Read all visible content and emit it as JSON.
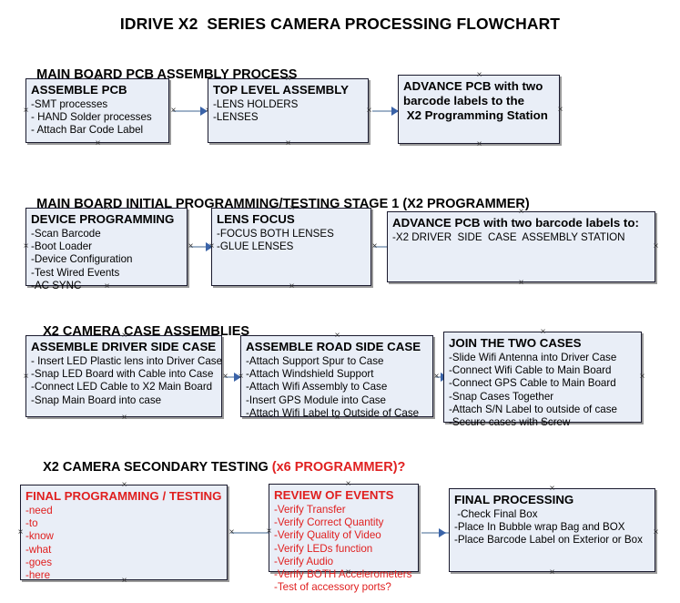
{
  "document": {
    "title": "IDRIVE X2  SERIES CAMERA PROCESSING FLOWCHART",
    "colors": {
      "box_fill": "#e9eef7",
      "box_border": "#1a1a2e",
      "box_shadow": "#9a9a9a",
      "connector_line": "#9fb2c8",
      "connector_head": "#3a63a8",
      "text_black": "#000000",
      "text_red": "#e02020"
    }
  },
  "sections": [
    {
      "id": "main-board-pcb-assembly-process",
      "heading": "MAIN BOARD PCB ASSEMBLY PROCESS",
      "heading_accent": "",
      "nodes": [
        {
          "id": "assemble-pcb",
          "title": "ASSEMBLE PCB",
          "items": [
            "-SMT processes",
            "- HAND Solder processes",
            "- Attach Bar Code Label"
          ]
        },
        {
          "id": "top-level-assembly",
          "title": "TOP LEVEL ASSEMBLY",
          "items": [
            "-LENS HOLDERS",
            "-LENSES"
          ]
        },
        {
          "id": "advance-pcb-x2-programming-station",
          "title": "ADVANCE PCB with two\nbarcode labels to the\n X2 Programming Station",
          "items": []
        }
      ]
    },
    {
      "id": "main-board-initial-programming-testing-stage-1",
      "heading": "MAIN BOARD INITIAL PROGRAMMING/TESTING STAGE 1 (X2 PROGRAMMER)",
      "heading_accent": "",
      "nodes": [
        {
          "id": "device-programming",
          "title": "DEVICE PROGRAMMING",
          "items": [
            "-Scan Barcode",
            "-Boot Loader",
            "-Device Configuration",
            "-Test Wired Events",
            "-AC SYNC"
          ]
        },
        {
          "id": "lens-focus",
          "title": "LENS FOCUS",
          "items": [
            "-FOCUS BOTH LENSES",
            "-GLUE LENSES"
          ]
        },
        {
          "id": "advance-pcb-driver-side-case-assembly",
          "title": "ADVANCE PCB with two barcode labels to:",
          "items": [
            "-X2 DRIVER  SIDE  CASE  ASSEMBLY STATION"
          ]
        }
      ]
    },
    {
      "id": "x2-camera-case-assemblies",
      "heading": "X2 CAMERA CASE ASSEMBLIES",
      "heading_accent": "",
      "nodes": [
        {
          "id": "assemble-driver-side-case",
          "title": "ASSEMBLE DRIVER SIDE CASE",
          "items": [
            "- Insert LED Plastic lens into Driver Case",
            "-Snap LED Board with Cable into Case",
            "-Connect LED Cable to X2 Main Board",
            "-Snap Main Board into case"
          ]
        },
        {
          "id": "assemble-road-side-case",
          "title": "ASSEMBLE ROAD SIDE CASE",
          "items": [
            "-Attach Support Spur to Case",
            "-Attach Windshield Support",
            "-Attach Wifi Assembly to Case",
            "-Insert GPS Module into Case",
            "-Attach Wifi Label to Outside of Case"
          ]
        },
        {
          "id": "join-the-two-cases",
          "title": "JOIN THE TWO CASES",
          "items": [
            "-Slide Wifi Antenna into Driver Case",
            "-Connect Wifi Cable to Main Board",
            "-Connect GPS Cable to Main Board",
            "-Snap Cases Together",
            "-Attach S/N Label to outside of case",
            "-Secure cases with Screw"
          ]
        }
      ]
    },
    {
      "id": "x2-camera-secondary-testing",
      "heading": "X2 CAMERA SECONDARY TESTING ",
      "heading_accent": "(x6 PROGRAMMER)?",
      "nodes": [
        {
          "id": "final-programming-testing",
          "title": "FINAL PROGRAMMING / TESTING",
          "items": [
            "-need",
            "-to",
            "-know",
            "-what",
            "-goes",
            "-here"
          ]
        },
        {
          "id": "review-of-events",
          "title": "REVIEW OF EVENTS",
          "items": [
            "-Verify Transfer",
            "-Verify Correct Quantity",
            "-Verify Quality of Video",
            "-Verify LEDs function",
            "-Verify Audio",
            "-Verify BOTH Accelerometers",
            "-Test of accessory ports?"
          ]
        },
        {
          "id": "final-processing",
          "title": "FINAL PROCESSING",
          "items": [
            " -Check Final Box",
            "-Place In Bubble wrap Bag and BOX",
            "-Place Barcode Label on Exterior or Box"
          ]
        }
      ]
    }
  ]
}
